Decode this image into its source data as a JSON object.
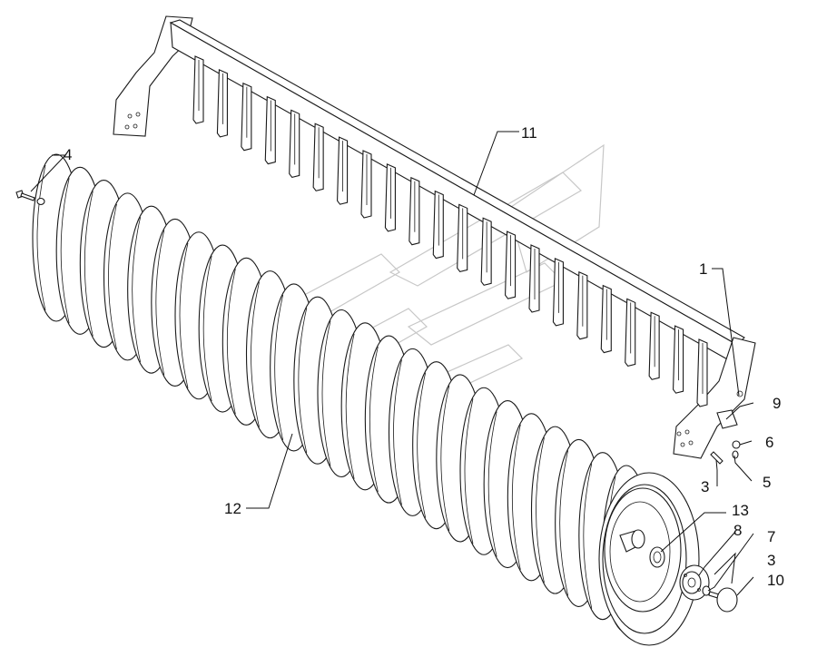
{
  "diagram": {
    "type": "exploded-parts-drawing",
    "colors": {
      "line": "#1a1a1a",
      "background": "#ffffff",
      "watermark": "#9a9a9a"
    },
    "callouts": [
      {
        "id": "c1",
        "label": "1"
      },
      {
        "id": "c3a",
        "label": "3"
      },
      {
        "id": "c3b",
        "label": "3"
      },
      {
        "id": "c4",
        "label": "4"
      },
      {
        "id": "c5",
        "label": "5"
      },
      {
        "id": "c6",
        "label": "6"
      },
      {
        "id": "c7",
        "label": "7"
      },
      {
        "id": "c8",
        "label": "8"
      },
      {
        "id": "c9",
        "label": "9"
      },
      {
        "id": "c10",
        "label": "10"
      },
      {
        "id": "c11",
        "label": "11"
      },
      {
        "id": "c12",
        "label": "12"
      },
      {
        "id": "c13",
        "label": "13"
      }
    ]
  }
}
